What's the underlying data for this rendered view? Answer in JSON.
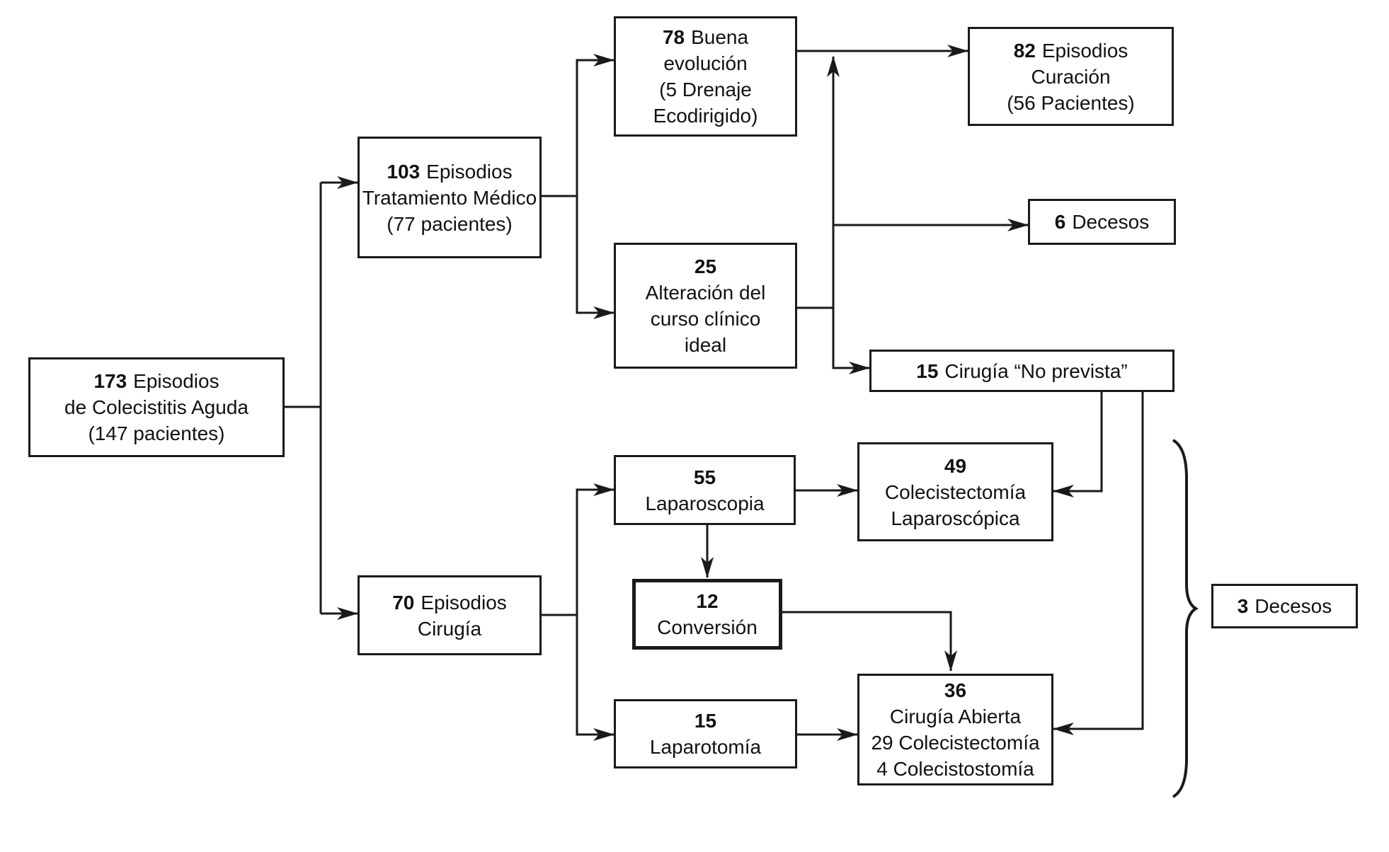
{
  "background": "#ffffff",
  "line_color": "#1a1a1a",
  "nodes": {
    "total": {
      "number": "173",
      "rest": "Episodios",
      "line2": "de Colecistitis Aguda",
      "line3": "(147 pacientes)"
    },
    "medico": {
      "number": "103",
      "rest": "Episodios",
      "line2": "Tratamiento Médico",
      "line3": "(77 pacientes)"
    },
    "buena": {
      "number": "78",
      "rest": "Buena",
      "line2": "evolución",
      "line3": "(5 Drenaje",
      "line4": "Ecodirigido)"
    },
    "curacion": {
      "number": "82",
      "rest": "Episodios",
      "line2": "Curación",
      "line3": "(56 Pacientes)"
    },
    "alteracion": {
      "number": "25",
      "line2": "Alteración del",
      "line3": "curso clínico",
      "line4": "ideal"
    },
    "decesos6": {
      "number": "6",
      "rest": "Decesos"
    },
    "noprevista": {
      "number": "15",
      "rest": "Cirugía “No prevista”"
    },
    "cirugia": {
      "number": "70",
      "rest": "Episodios",
      "line2": "Cirugía"
    },
    "laparoscopia": {
      "number": "55",
      "line2": "Laparoscopia"
    },
    "colelap": {
      "number": "49",
      "line2": "Colecistectomía",
      "line3": "Laparoscópica"
    },
    "conversion": {
      "number": "12",
      "line2": "Conversión"
    },
    "laparotomia": {
      "number": "15",
      "line2": "Laparotomía"
    },
    "abierta": {
      "number": "36",
      "line2": "Cirugía Abierta",
      "line3": "29 Colecistectomía",
      "line4": "4 Colecistostomía"
    },
    "decesos3": {
      "number": "3",
      "rest": "Decesos"
    }
  },
  "edges": [
    {
      "from": "total",
      "to": "medico"
    },
    {
      "from": "total",
      "to": "cirugia"
    },
    {
      "from": "medico",
      "to": "buena"
    },
    {
      "from": "medico",
      "to": "alteracion"
    },
    {
      "from": "buena",
      "to": "curacion"
    },
    {
      "from": "alteracion",
      "to": "curacion"
    },
    {
      "from": "alteracion",
      "to": "decesos6"
    },
    {
      "from": "alteracion",
      "to": "noprevista"
    },
    {
      "from": "noprevista",
      "to": "colelap"
    },
    {
      "from": "noprevista",
      "to": "abierta"
    },
    {
      "from": "cirugia",
      "to": "laparoscopia"
    },
    {
      "from": "cirugia",
      "to": "laparotomia"
    },
    {
      "from": "laparoscopia",
      "to": "colelap"
    },
    {
      "from": "laparoscopia",
      "to": "conversion"
    },
    {
      "from": "conversion",
      "to": "abierta"
    },
    {
      "from": "laparotomia",
      "to": "abierta"
    },
    {
      "from": "colelap+abierta",
      "to": "decesos3"
    }
  ]
}
